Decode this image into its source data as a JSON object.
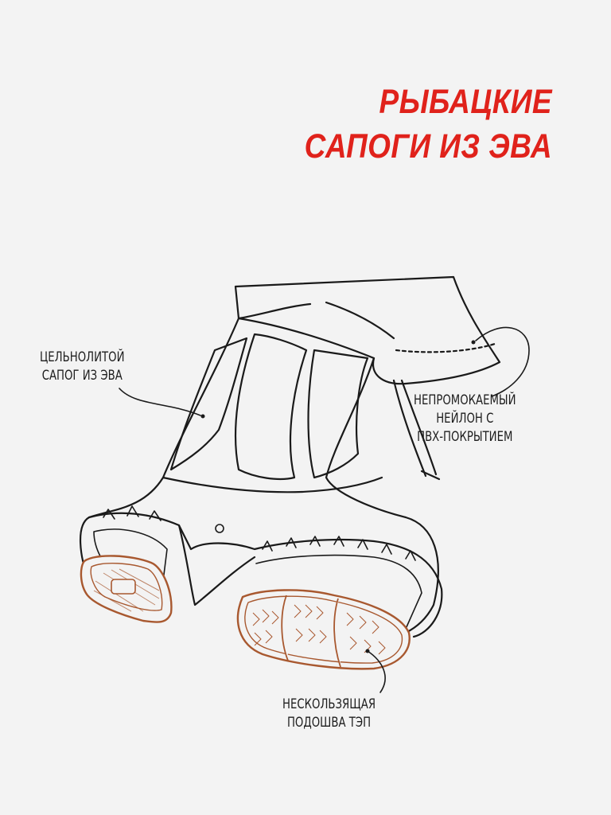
{
  "title": {
    "line1": "РЫБАЦКИЕ",
    "line2": "САПОГИ ИЗ ЭВА"
  },
  "callouts": {
    "body": {
      "line1": "ЦЕЛЬНОЛИТОЙ",
      "line2": "САПОГ ИЗ ЭВА"
    },
    "nylon": {
      "line1": "НЕПРОМОКАЕМЫЙ",
      "line2": "НЕЙЛОН С",
      "line3": "ПВХ-ПОКРЫТИЕМ"
    },
    "sole": {
      "line1": "НЕСКОЛЬЗЯЩАЯ",
      "line2": "ПОДОШВА ТЭП"
    }
  },
  "colors": {
    "title": "#e0221b",
    "outline": "#1a1a1a",
    "sole": "#a8582f",
    "background": "#f3f3f3"
  }
}
